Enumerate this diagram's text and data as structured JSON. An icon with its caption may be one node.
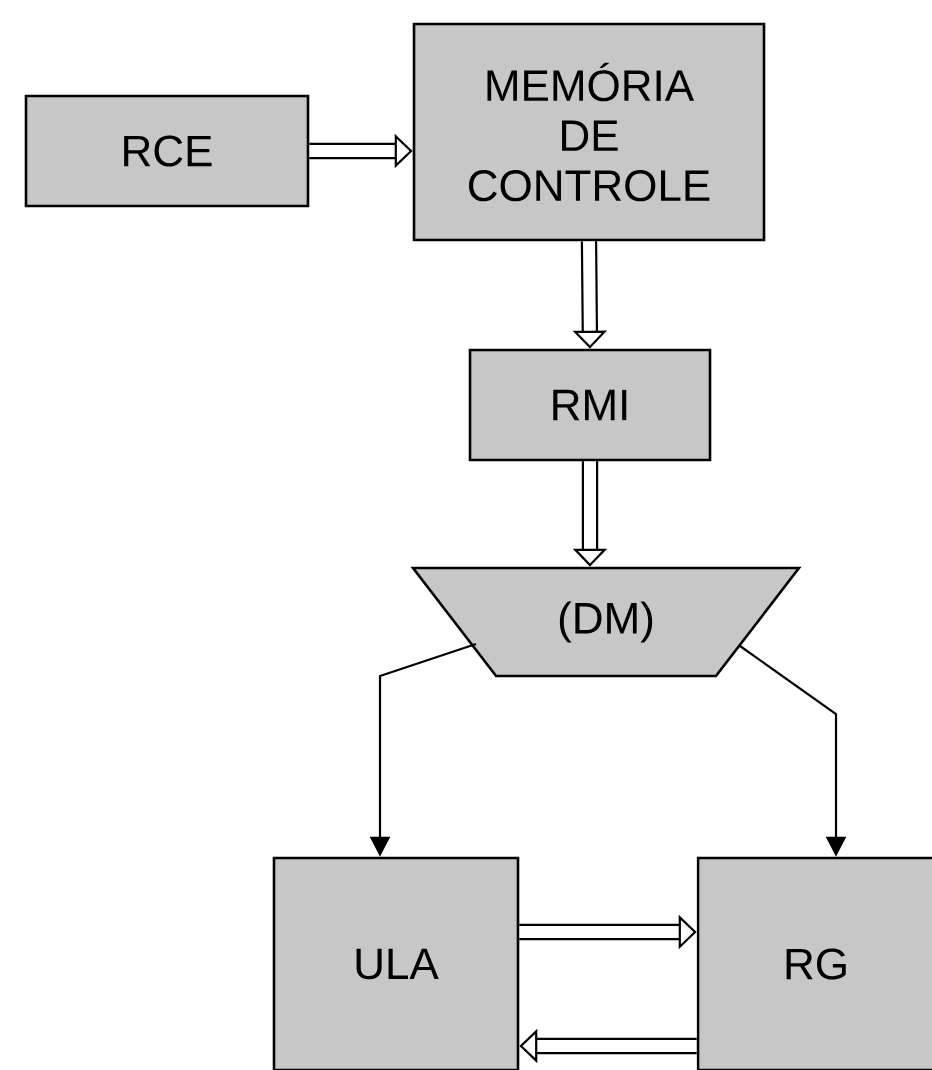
{
  "diagram": {
    "nodes": [
      {
        "text": [
          "RCE"
        ]
      },
      {
        "text": [
          "MEMÓRIA DE CONTROLE"
        ]
      },
      {
        "text": [
          "RMI"
        ]
      },
      {
        "text": [
          "(DM)"
        ]
      },
      {
        "text": [
          "ULA"
        ]
      },
      {
        "text": [
          "RG"
        ]
      }
    ],
    "edges": [
      {
        "from": 0,
        "to": 1,
        "arrow": "to"
      },
      {
        "from": 1,
        "to": 2,
        "arrow": "to"
      },
      {
        "from": 2,
        "to": 3,
        "arrow": "to"
      },
      {
        "from": 3,
        "to": 4,
        "arrow": "to"
      },
      {
        "from": 3,
        "to": 5,
        "arrow": "to"
      },
      {
        "from": 4,
        "to": 5,
        "arrow": "to"
      },
      {
        "from": 5,
        "to": 4,
        "arrow": "to"
      }
    ]
  }
}
